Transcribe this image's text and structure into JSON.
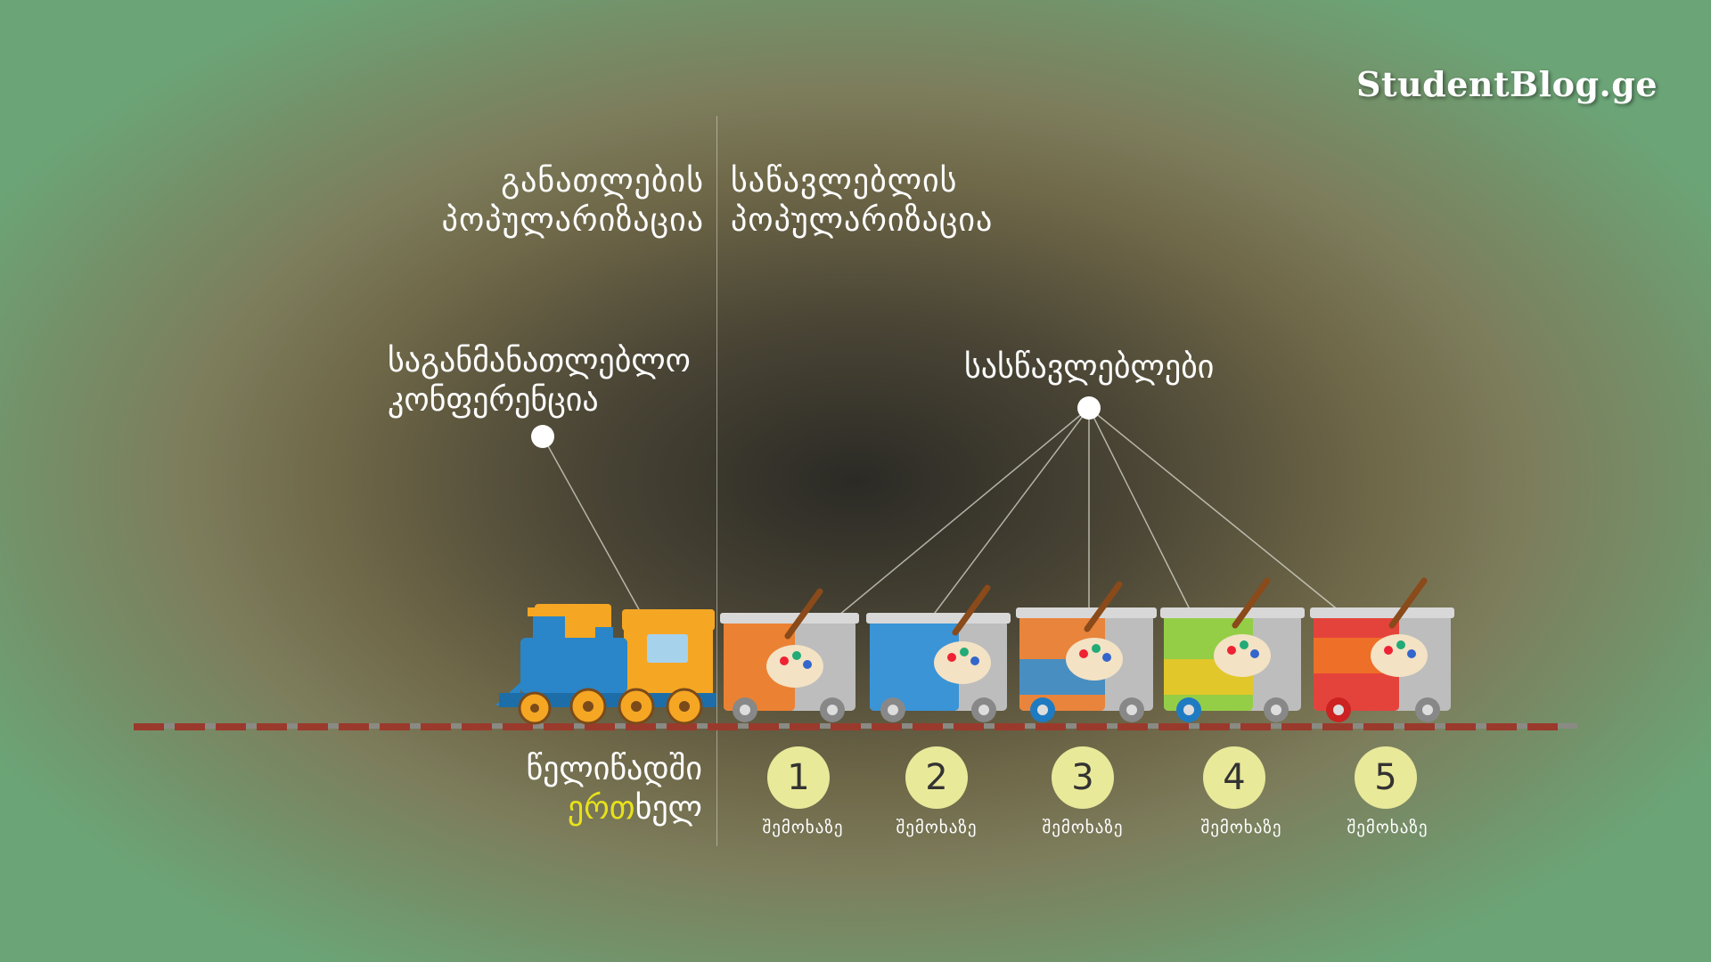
{
  "brand": "StudentBlog.ge",
  "header_left": "განათლების\nპოპულარიზაცია",
  "header_right": "საწავლებლის\nპოპულარიზაცია",
  "conference_label": "საგანმანათლებლო\nკონფერენცია",
  "schools_label": "სასწავლებლები",
  "once_line1": "წელიწადში",
  "once_highlight": "ერთ",
  "once_rest": "ხელ",
  "wagons": [
    {
      "number": "1",
      "caption": "შემოხაზე",
      "color": "#f07a24"
    },
    {
      "number": "2",
      "caption": "შემოხაზე",
      "color": "#2b8fd8"
    },
    {
      "number": "3",
      "caption": "შემოხაზე",
      "color": "#f07a24"
    },
    {
      "number": "4",
      "caption": "შემოხაზე",
      "color": "#8fcf3a"
    },
    {
      "number": "5",
      "caption": "შემოხაზე",
      "color": "#e8352c"
    }
  ],
  "colors": {
    "highlight": "#e8e21a",
    "badge": "#e9e99a",
    "rail": "#9a3a2c",
    "locomotive_body": "#2a86c8",
    "locomotive_cab": "#f5a623"
  }
}
